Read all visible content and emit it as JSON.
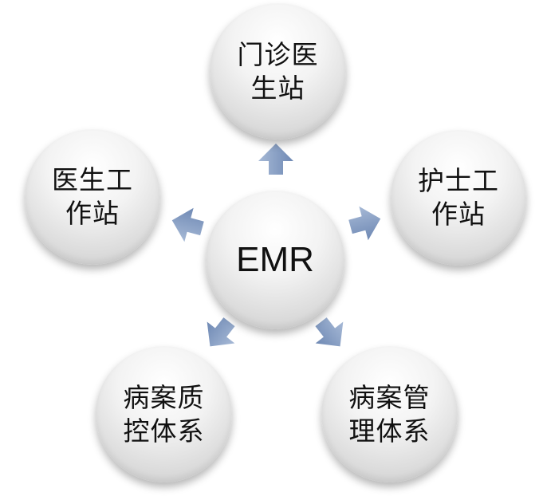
{
  "center": {
    "label": "EMR"
  },
  "nodes": [
    {
      "id": "top",
      "line1": "门诊医",
      "line2": "生站"
    },
    {
      "id": "right",
      "line1": "护士工",
      "line2": "作站"
    },
    {
      "id": "bottom-right",
      "line1": "病案管",
      "line2": "理体系"
    },
    {
      "id": "bottom-left",
      "line1": "病案质",
      "line2": "控体系"
    },
    {
      "id": "left",
      "line1": "医生工",
      "line2": "作站"
    }
  ],
  "colors": {
    "arrow_top": "#a6b9d6",
    "arrow_bottom": "#6f89b4",
    "circle_light": "#ffffff",
    "circle_dark": "#c4c4c4",
    "text": "#111111"
  }
}
